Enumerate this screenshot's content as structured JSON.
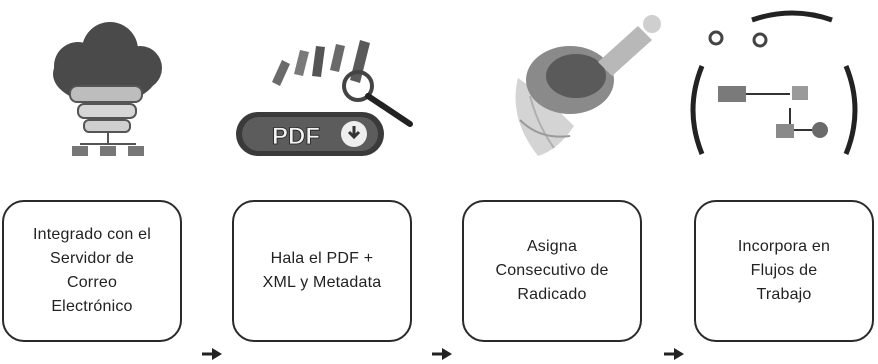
{
  "steps": [
    {
      "icon": "cloud-server-icon",
      "label": "Integrado con el\nServidor de\nCorreo\nElectrónico"
    },
    {
      "icon": "pdf-download-icon",
      "label": "Hala el PDF +\nXML y Metadata",
      "badge": "PDF"
    },
    {
      "icon": "rubber-stamp-icon",
      "label": "Asigna\nConsecutivo de\nRadicado"
    },
    {
      "icon": "workflow-icon",
      "label": "Incorpora en\nFlujos de\nTrabajo"
    }
  ],
  "arrows": [
    "arrow-icon",
    "arrow-icon",
    "arrow-icon"
  ],
  "colors": {
    "border": "#2a2a2a",
    "illustration_dark": "#3a3a3a",
    "illustration_mid": "#8a8a8a",
    "illustration_light": "#cfcfcf"
  }
}
